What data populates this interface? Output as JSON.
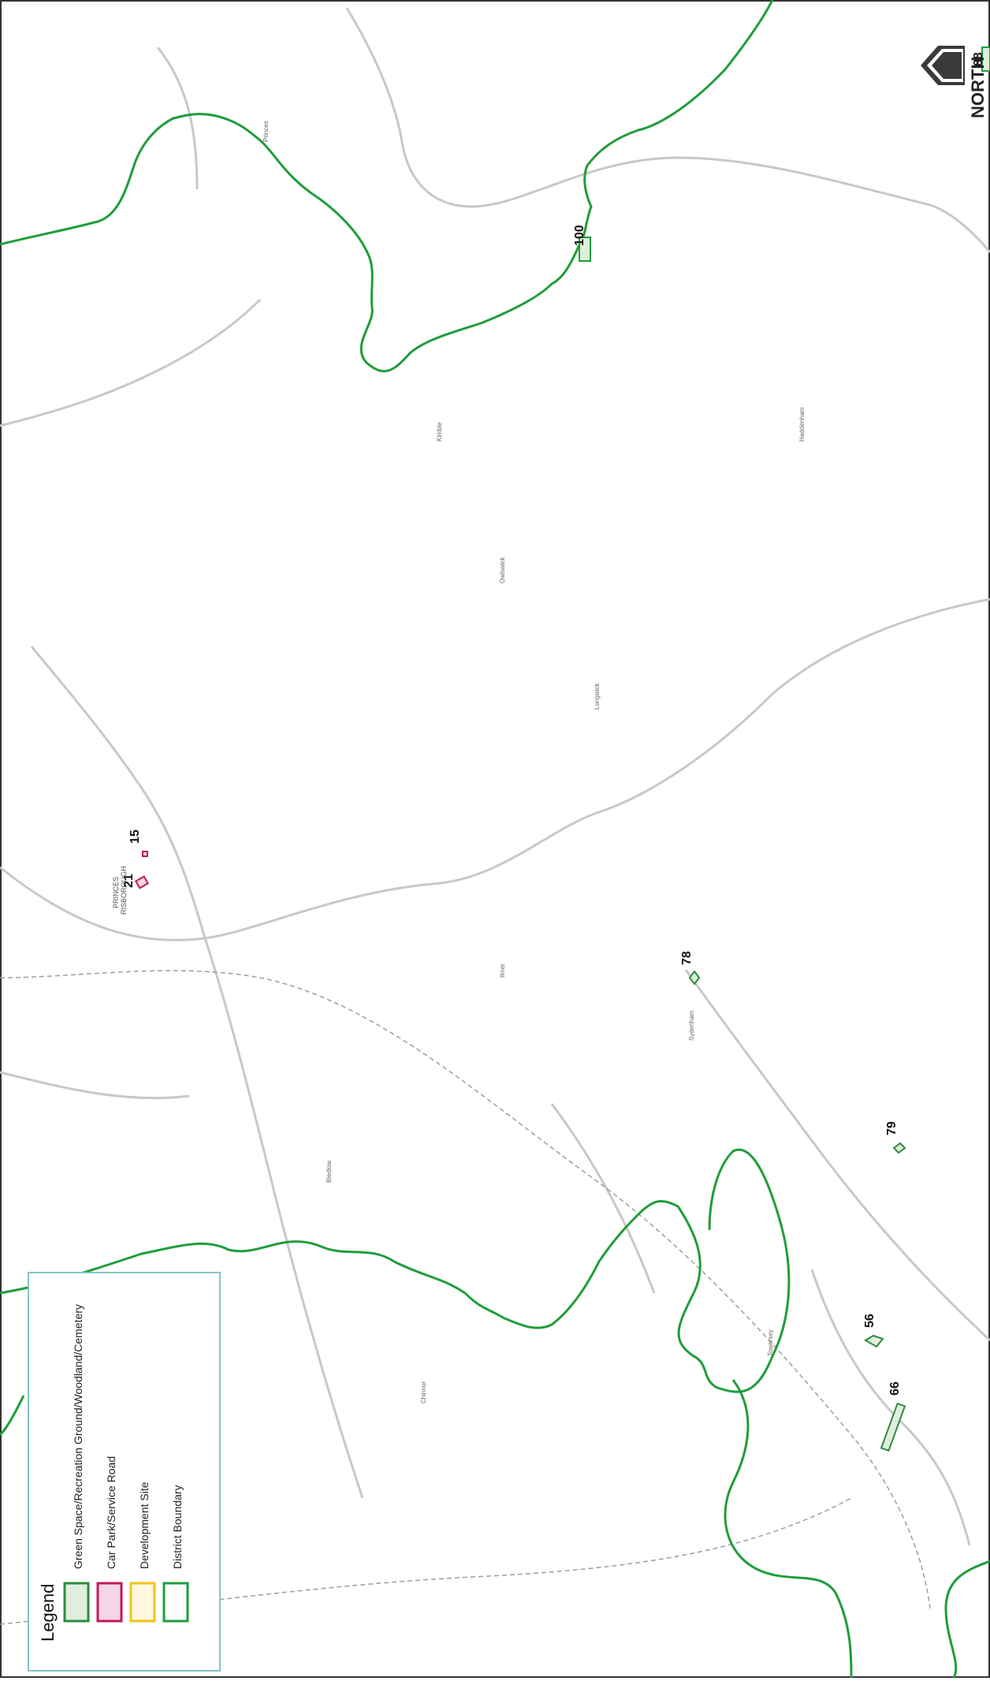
{
  "legend": {
    "title": "Legend",
    "items": [
      {
        "label": "Green Space/Recreation Ground/Woodland/Cemetery",
        "color": "#2e8b3e",
        "fill": "#dfeedd"
      },
      {
        "label": "Car Park/Service Road",
        "color": "#c2185b",
        "fill": "#f4d7e3"
      },
      {
        "label": "Development Site",
        "color": "#f0c419",
        "fill": "#fff8df"
      },
      {
        "label": "District Boundary",
        "color": "#1f9d3a",
        "fill": "#ffffff"
      }
    ]
  },
  "north_arrow": {
    "label": "NORTH"
  },
  "town": {
    "line1": "PRINCES",
    "line2": "RISBOROUGH"
  },
  "site_labels": [
    "15",
    "21",
    "100",
    "78",
    "79",
    "56",
    "66",
    "88"
  ],
  "colors": {
    "boundary": "#1f9d3a",
    "car_park": "#c2185b",
    "green_space": "#2e8b3e",
    "road": "#bdbdbd",
    "frame": "#333333"
  }
}
